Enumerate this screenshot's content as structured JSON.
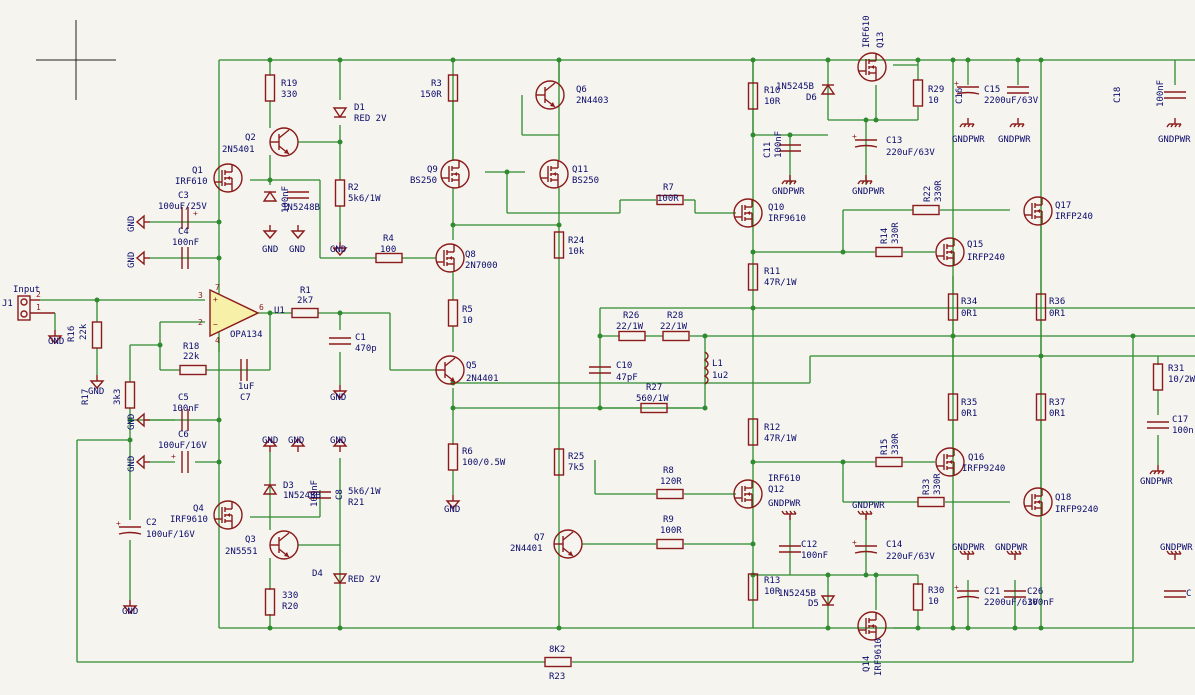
{
  "schematic": {
    "labels": [
      {
        "id": "input",
        "text": "Input"
      },
      {
        "id": "j1",
        "text": "J1"
      },
      {
        "id": "gnd",
        "text": "GND"
      },
      {
        "id": "gndpwr",
        "text": "GNDPWR"
      },
      {
        "id": "r19",
        "text": "R19"
      },
      {
        "id": "r19v",
        "text": "330"
      },
      {
        "id": "d1",
        "text": "D1"
      },
      {
        "id": "d1v",
        "text": "RED 2V"
      },
      {
        "id": "q2",
        "text": "Q2"
      },
      {
        "id": "q2v",
        "text": "2N5401"
      },
      {
        "id": "q1",
        "text": "Q1"
      },
      {
        "id": "q1v",
        "text": "IRF610"
      },
      {
        "id": "c3",
        "text": "C3"
      },
      {
        "id": "c3v",
        "text": "100uF/25V"
      },
      {
        "id": "c4",
        "text": "C4"
      },
      {
        "id": "c4v",
        "text": "100nF"
      },
      {
        "id": "r2",
        "text": "R2"
      },
      {
        "id": "r2v",
        "text": "5k6/1W"
      },
      {
        "id": "d2v",
        "text": "1N5248B"
      },
      {
        "id": "c2tv",
        "text": "100nF"
      },
      {
        "id": "r4",
        "text": "R4"
      },
      {
        "id": "r4v",
        "text": "100"
      },
      {
        "id": "r3",
        "text": "R3"
      },
      {
        "id": "r3v",
        "text": "150R"
      },
      {
        "id": "q9",
        "text": "Q9"
      },
      {
        "id": "q9v",
        "text": "BS250"
      },
      {
        "id": "q6",
        "text": "Q6"
      },
      {
        "id": "q6v",
        "text": "2N4403"
      },
      {
        "id": "q11",
        "text": "Q11"
      },
      {
        "id": "q11v",
        "text": "BS250"
      },
      {
        "id": "q8",
        "text": "Q8"
      },
      {
        "id": "q8v",
        "text": "2N7000"
      },
      {
        "id": "r5",
        "text": "R5"
      },
      {
        "id": "r5v",
        "text": "10"
      },
      {
        "id": "r1",
        "text": "R1"
      },
      {
        "id": "r1v",
        "text": "2k7"
      },
      {
        "id": "u1",
        "text": "U1"
      },
      {
        "id": "opa",
        "text": "OPA134"
      },
      {
        "id": "c1",
        "text": "C1"
      },
      {
        "id": "c1v",
        "text": "470p"
      },
      {
        "id": "r16",
        "text": "R16"
      },
      {
        "id": "r16v",
        "text": "22k"
      },
      {
        "id": "r18",
        "text": "R18"
      },
      {
        "id": "r18v",
        "text": "22k"
      },
      {
        "id": "c7",
        "text": "C7"
      },
      {
        "id": "c7v",
        "text": "1uF"
      },
      {
        "id": "r17",
        "text": "R17"
      },
      {
        "id": "r17v",
        "text": "3k3"
      },
      {
        "id": "c5",
        "text": "C5"
      },
      {
        "id": "c5v",
        "text": "100nF"
      },
      {
        "id": "c6",
        "text": "C6"
      },
      {
        "id": "c6v",
        "text": "100uF/16V"
      },
      {
        "id": "q5",
        "text": "Q5"
      },
      {
        "id": "q5v",
        "text": "2N4401"
      },
      {
        "id": "r6",
        "text": "R6"
      },
      {
        "id": "r6v",
        "text": "100/0.5W"
      },
      {
        "id": "c2",
        "text": "C2"
      },
      {
        "id": "c2v",
        "text": "100uF/16V"
      },
      {
        "id": "q4",
        "text": "Q4"
      },
      {
        "id": "q4v",
        "text": "IRF9610"
      },
      {
        "id": "q3",
        "text": "Q3"
      },
      {
        "id": "q3v",
        "text": "2N5551"
      },
      {
        "id": "d3",
        "text": "D3"
      },
      {
        "id": "d3v",
        "text": "1N5248B"
      },
      {
        "id": "c8",
        "text": "C8"
      },
      {
        "id": "c8v",
        "text": "100nF"
      },
      {
        "id": "r21",
        "text": "R21"
      },
      {
        "id": "r21v",
        "text": "5k6/1W"
      },
      {
        "id": "d4",
        "text": "D4"
      },
      {
        "id": "d4v",
        "text": "RED 2V"
      },
      {
        "id": "r20",
        "text": "R20"
      },
      {
        "id": "r20v",
        "text": "330"
      },
      {
        "id": "r24",
        "text": "R24"
      },
      {
        "id": "r24v",
        "text": "10k"
      },
      {
        "id": "r25",
        "text": "R25"
      },
      {
        "id": "r25v",
        "text": "7k5"
      },
      {
        "id": "q7",
        "text": "Q7"
      },
      {
        "id": "q7v",
        "text": "2N4401"
      },
      {
        "id": "r7",
        "text": "R7"
      },
      {
        "id": "r7v",
        "text": "100R"
      },
      {
        "id": "q10",
        "text": "Q10"
      },
      {
        "id": "q10v",
        "text": "IRF9610"
      },
      {
        "id": "r10",
        "text": "R10"
      },
      {
        "id": "r10v",
        "text": "10R"
      },
      {
        "id": "d6",
        "text": "D6"
      },
      {
        "id": "d6v",
        "text": "1N5245B"
      },
      {
        "id": "c11",
        "text": "C11"
      },
      {
        "id": "c11v",
        "text": "100nF"
      },
      {
        "id": "q13",
        "text": "Q13"
      },
      {
        "id": "q13v",
        "text": "IRF610"
      },
      {
        "id": "r29",
        "text": "R29"
      },
      {
        "id": "r29v",
        "text": "10"
      },
      {
        "id": "c13",
        "text": "C13"
      },
      {
        "id": "c13v",
        "text": "220uF/63V"
      },
      {
        "id": "c15",
        "text": "C15"
      },
      {
        "id": "c15v",
        "text": "2200uF/63V"
      },
      {
        "id": "c16",
        "text": "C16"
      },
      {
        "id": "c18",
        "text": "C18"
      },
      {
        "id": "c18v",
        "text": "100nF"
      },
      {
        "id": "r11",
        "text": "R11"
      },
      {
        "id": "r11v",
        "text": "47R/1W"
      },
      {
        "id": "r26",
        "text": "R26"
      },
      {
        "id": "r26v",
        "text": "22/1W"
      },
      {
        "id": "r28",
        "text": "R28"
      },
      {
        "id": "r28v",
        "text": "22/1W"
      },
      {
        "id": "c10",
        "text": "C10"
      },
      {
        "id": "c10v",
        "text": "47pF"
      },
      {
        "id": "l1",
        "text": "L1"
      },
      {
        "id": "l1v",
        "text": "1u2"
      },
      {
        "id": "r27",
        "text": "R27"
      },
      {
        "id": "r27v",
        "text": "560/1W"
      },
      {
        "id": "r12",
        "text": "R12"
      },
      {
        "id": "r12v",
        "text": "47R/1W"
      },
      {
        "id": "r8",
        "text": "R8"
      },
      {
        "id": "r8v",
        "text": "120R"
      },
      {
        "id": "q12",
        "text": "Q12"
      },
      {
        "id": "q12v",
        "text": "IRF610"
      },
      {
        "id": "r9",
        "text": "R9"
      },
      {
        "id": "r9v",
        "text": "100R"
      },
      {
        "id": "c12",
        "text": "C12"
      },
      {
        "id": "c12v",
        "text": "100nF"
      },
      {
        "id": "r13",
        "text": "R13"
      },
      {
        "id": "r13v",
        "text": "10R"
      },
      {
        "id": "d5",
        "text": "D5"
      },
      {
        "id": "d5v",
        "text": "1N5245B"
      },
      {
        "id": "c14",
        "text": "C14"
      },
      {
        "id": "c14v",
        "text": "220uF/63V"
      },
      {
        "id": "q14",
        "text": "Q14"
      },
      {
        "id": "q14v",
        "text": "IRF9610"
      },
      {
        "id": "r30",
        "text": "R30"
      },
      {
        "id": "r30v",
        "text": "10"
      },
      {
        "id": "r22",
        "text": "R22"
      },
      {
        "id": "r22v",
        "text": "330R"
      },
      {
        "id": "q17",
        "text": "Q17"
      },
      {
        "id": "q17v",
        "text": "IRFP240"
      },
      {
        "id": "r14",
        "text": "R14"
      },
      {
        "id": "r14v",
        "text": "330R"
      },
      {
        "id": "q15",
        "text": "Q15"
      },
      {
        "id": "q15v",
        "text": "IRFP240"
      },
      {
        "id": "r34",
        "text": "R34"
      },
      {
        "id": "r34v",
        "text": "0R1"
      },
      {
        "id": "r36",
        "text": "R36"
      },
      {
        "id": "r36v",
        "text": "0R1"
      },
      {
        "id": "r35",
        "text": "R35"
      },
      {
        "id": "r35v",
        "text": "0R1"
      },
      {
        "id": "r37",
        "text": "R37"
      },
      {
        "id": "r37v",
        "text": "0R1"
      },
      {
        "id": "r15",
        "text": "R15"
      },
      {
        "id": "r15v",
        "text": "330R"
      },
      {
        "id": "q16",
        "text": "Q16"
      },
      {
        "id": "q16v",
        "text": "IRFP9240"
      },
      {
        "id": "r33",
        "text": "R33"
      },
      {
        "id": "r33v",
        "text": "330R"
      },
      {
        "id": "q18",
        "text": "Q18"
      },
      {
        "id": "q18v",
        "text": "IRFP9240"
      },
      {
        "id": "c21",
        "text": "C21"
      },
      {
        "id": "c21v",
        "text": "2200uF/63V"
      },
      {
        "id": "c26",
        "text": "C26"
      },
      {
        "id": "c26v",
        "text": "100nF"
      },
      {
        "id": "r31",
        "text": "R31"
      },
      {
        "id": "r31v",
        "text": "10/2W"
      },
      {
        "id": "c17",
        "text": "C17"
      },
      {
        "id": "c17v",
        "text": "100n"
      },
      {
        "id": "r23",
        "text": "R23"
      },
      {
        "id": "r23v",
        "text": "8K2"
      },
      {
        "id": "cm",
        "text": "C"
      }
    ]
  }
}
